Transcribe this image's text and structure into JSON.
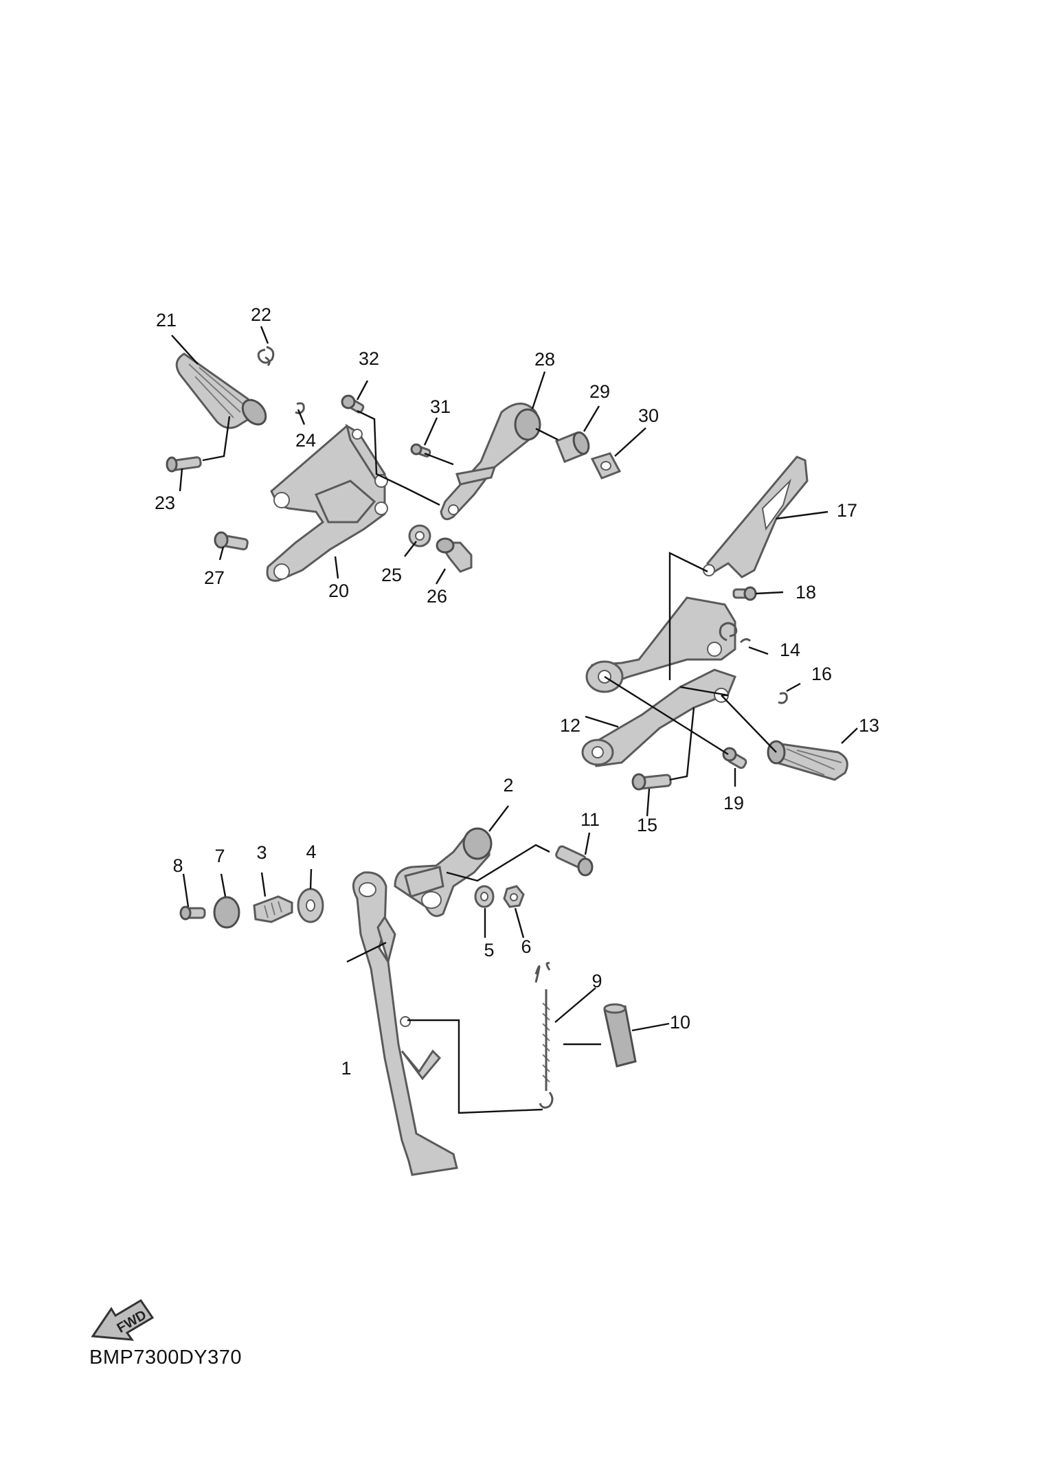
{
  "diagram_code": "BMP7300DY370",
  "fwd_label": "FWD",
  "callouts": [
    "1",
    "2",
    "3",
    "4",
    "5",
    "6",
    "7",
    "8",
    "9",
    "10",
    "11",
    "12",
    "13",
    "14",
    "15",
    "16",
    "17",
    "18",
    "19",
    "20",
    "21",
    "22",
    "23",
    "24",
    "25",
    "26",
    "27",
    "28",
    "29",
    "30",
    "31",
    "32"
  ]
}
